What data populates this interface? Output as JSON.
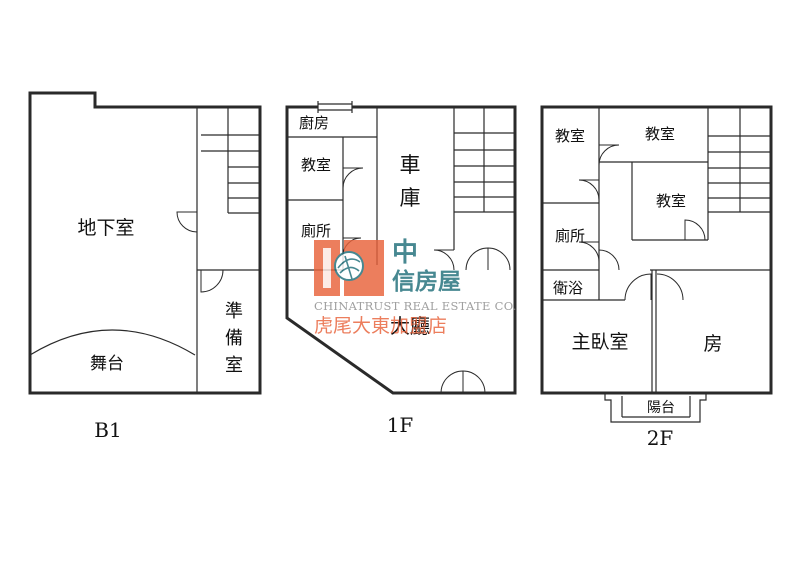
{
  "floors": {
    "b1": {
      "label": "B1",
      "rooms": {
        "basement": "地下室",
        "stage": "舞台",
        "prep_1": "準",
        "prep_2": "備",
        "prep_3": "室"
      }
    },
    "f1": {
      "label": "1F",
      "rooms": {
        "kitchen": "廚房",
        "classroom": "教室",
        "toilet": "廁所",
        "garage_1": "車",
        "garage_2": "庫",
        "hall": "大廳"
      }
    },
    "f2": {
      "label": "2F",
      "rooms": {
        "classroom_a": "教室",
        "classroom_b": "教室",
        "classroom_c": "教室",
        "toilet": "廁所",
        "bath": "衛浴",
        "master": "主臥室",
        "room": "房",
        "balcony": "陽台"
      }
    }
  },
  "watermark": {
    "brand_1": "中",
    "brand_2": "信房屋",
    "english": "CHINATRUST REAL ESTATE CO.",
    "store": "虎尾大東加盟店",
    "colors": {
      "red": "#e8623a",
      "teal": "#1f6f7a",
      "grey": "#8a8a8a"
    }
  }
}
